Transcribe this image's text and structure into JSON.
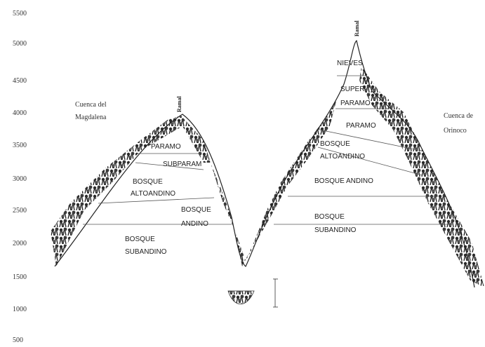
{
  "y_axis": {
    "ticks": [
      "5500",
      "5000",
      "4500",
      "4000",
      "3500",
      "3000",
      "2500",
      "2000",
      "1500",
      "1000",
      "500"
    ]
  },
  "basins": {
    "left": {
      "line1": "Cuenca del",
      "line2": "Magdalena"
    },
    "right": {
      "line1": "Cuenca de",
      "line2": "Orinoco"
    }
  },
  "ramal": {
    "left": "Ramal",
    "right": "Ramal"
  },
  "left_zones": {
    "paramo": "PARAMO",
    "subparamo": "SUBPARAM",
    "alto_1": "BOSQUE",
    "alto_2": "ALTOANDINO",
    "andino_1": "BOSQUE",
    "andino_2": "ANDINO",
    "sub_1": "BOSQUE",
    "sub_2": "SUBANDINO"
  },
  "right_zones": {
    "nieves": "NIEVES",
    "super_1": "SUPER",
    "super_2": "PARAMO",
    "paramo": "PARAMO",
    "alto_1": "BOSQUE",
    "alto_2": "ALTOANDINO",
    "andino": "BOSQUE ANDINO",
    "sub_1": "BOSQUE",
    "sub_2": "SUBANDINO"
  }
}
